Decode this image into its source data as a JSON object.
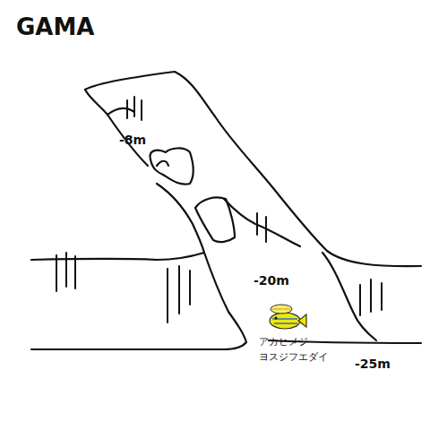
{
  "diagram": {
    "title": "GAMA",
    "labels": [
      "-8m",
      "-20m",
      "アカヒメジ",
      "ヨスジフエダイ",
      "-25m"
    ]
  }
}
